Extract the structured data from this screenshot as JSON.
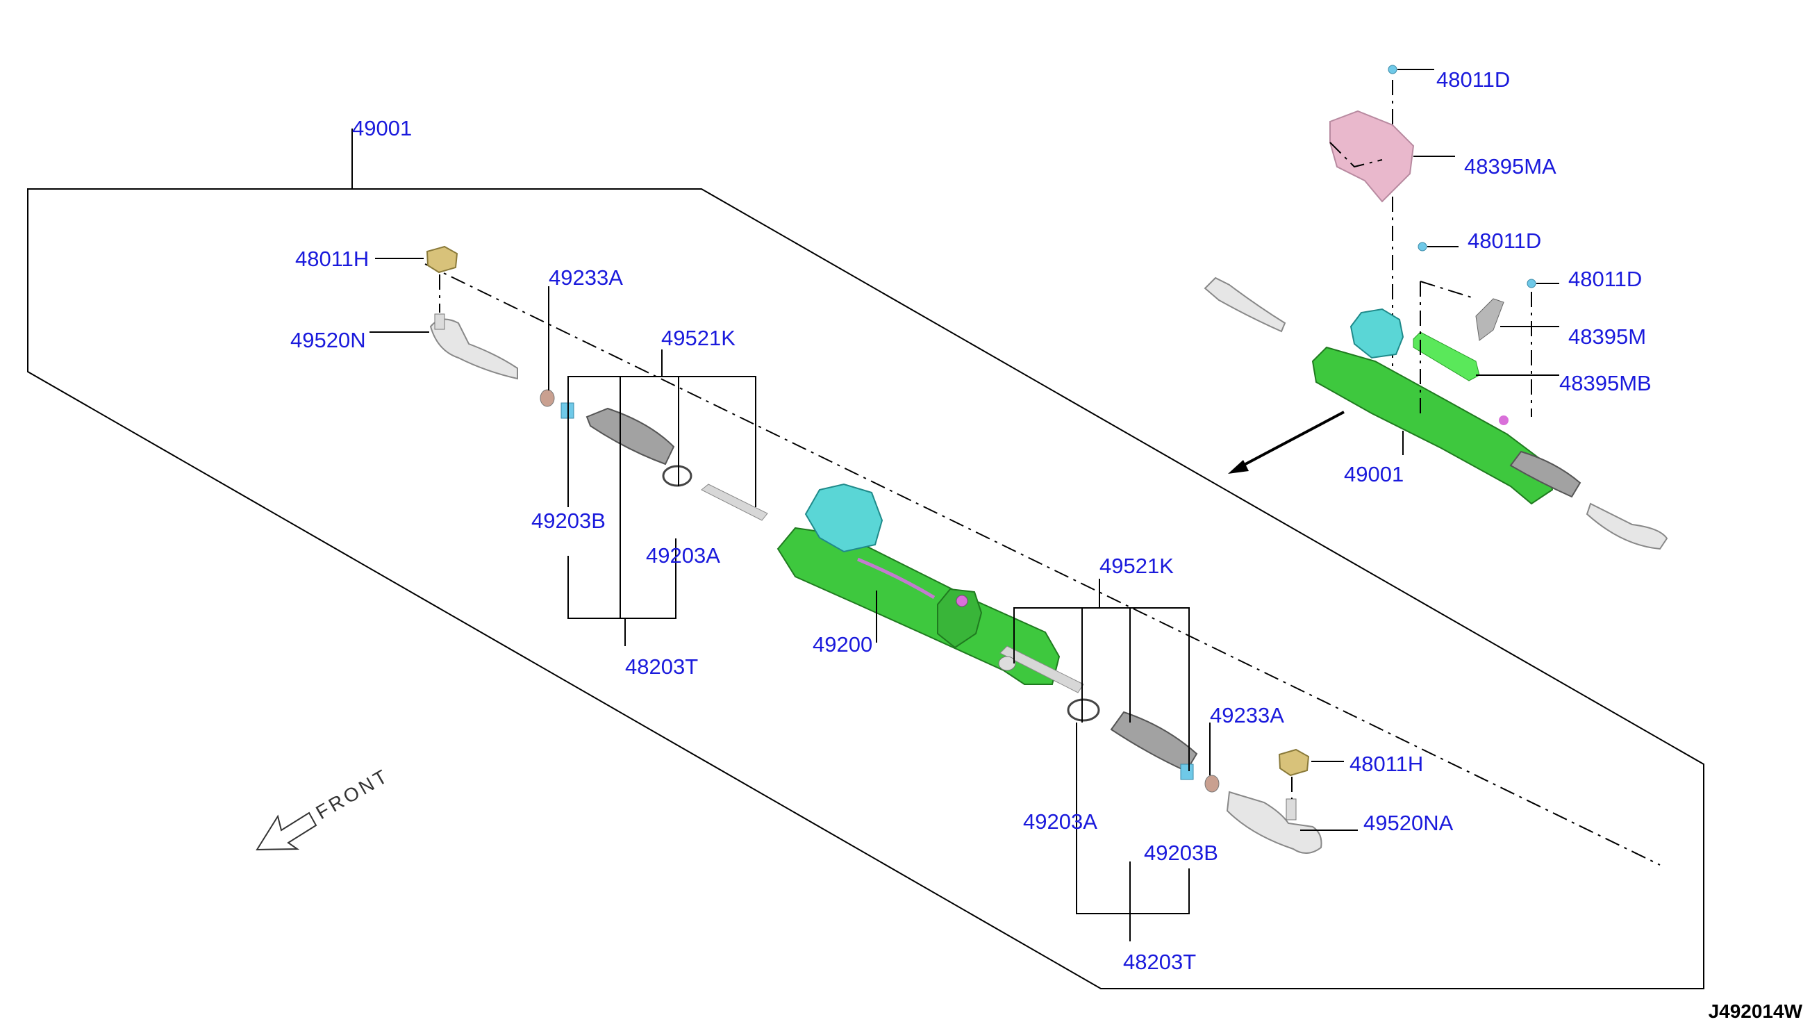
{
  "diagram": {
    "code": "J492014W",
    "front_label": "FRONT",
    "labels": {
      "p49001_main": "49001",
      "p48011H_left": "48011H",
      "p49520N": "49520N",
      "p49233A_left": "49233A",
      "p49521K_left": "49521K",
      "p49203B_left": "49203B",
      "p49203A_left": "49203A",
      "p48203T_left": "48203T",
      "p49200": "49200",
      "p49521K_right": "49521K",
      "p49233A_right": "49233A",
      "p48011H_right": "48011H",
      "p49203A_right": "49203A",
      "p49203B_right": "49203B",
      "p49520NA": "49520NA",
      "p48203T_right": "48203T",
      "p48011D_top": "48011D",
      "p48395MA": "48395MA",
      "p48011D_mid": "48011D",
      "p48011D_right": "48011D",
      "p48395M": "48395M",
      "p48395MB": "48395MB",
      "p49001_inset": "49001"
    },
    "colors": {
      "label": "#1a1adc",
      "rack_housing": "#3ec83e",
      "motor": "#5ad6d6",
      "shield_pink": "#e9b8cc",
      "plate_green": "#5ae85a",
      "nut_gold": "#d8c27a",
      "boot_gray": "#9a9a9a",
      "tie_rod": "#d0d0d0"
    }
  }
}
